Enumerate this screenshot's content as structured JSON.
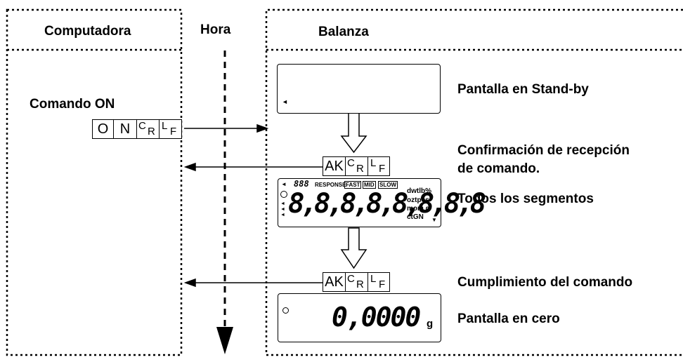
{
  "computer": {
    "header": "Computadora",
    "command_label": "Comando ON",
    "command_cells": [
      "O",
      "N",
      "C|R",
      "L|F"
    ]
  },
  "time": {
    "header": "Hora"
  },
  "balance": {
    "header": "Balanza",
    "response_cells": [
      "AK",
      "C|R",
      "L|F"
    ],
    "displays": {
      "standby": {
        "label": "Pantalla en Stand-by",
        "arrow": "◄"
      },
      "ack": {
        "label_line1": "Confirmación de recepción",
        "label_line2": "de comando."
      },
      "segments": {
        "label": "Todos los segmentos",
        "top_digits": "888",
        "response_text": "RESPONSE",
        "modes": [
          "FAST",
          "MID",
          "SLOW"
        ],
        "main_digits": "8,8,8,8,8,8,8,8",
        "units_line1": "dwtlb%",
        "units_line2": "oztpcs",
        "units_line3": "mom g",
        "units_line4": "ctGN"
      },
      "complete": {
        "label": "Cumplimiento del comando"
      },
      "zero": {
        "label": "Pantalla en cero",
        "value": "0,0000",
        "unit": "g"
      }
    }
  },
  "colors": {
    "ink": "#000000",
    "background": "#ffffff"
  }
}
